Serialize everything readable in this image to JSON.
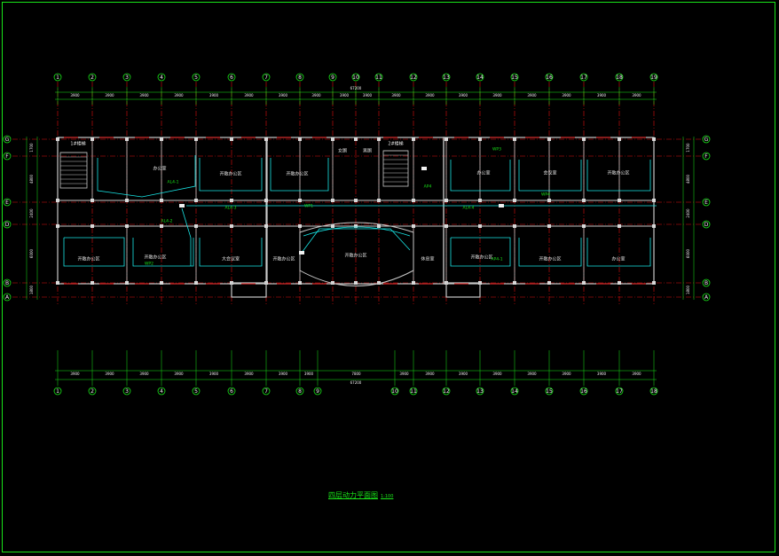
{
  "drawing": {
    "title": "四层动力平面图",
    "scale": "1:100",
    "colors": {
      "background": "#000000",
      "frame": "#19e619",
      "walls": "#c8c8c8",
      "axis": "#e01010",
      "cable": "#19e6e6",
      "bubbles": "#19e619",
      "text": "#f0f0f0"
    },
    "top_axis_labels": [
      "1",
      "2",
      "3",
      "4",
      "5",
      "6",
      "7",
      "8",
      "9",
      "10",
      "11",
      "12",
      "13",
      "14",
      "15",
      "16",
      "17",
      "18",
      "19"
    ],
    "bottom_axis_labels": [
      "1",
      "2",
      "3",
      "4",
      "5",
      "6",
      "7",
      "8",
      "9",
      "10",
      "11",
      "12",
      "13",
      "14",
      "15",
      "16",
      "17",
      "18",
      "19"
    ],
    "left_axis_labels": [
      "G",
      "F",
      "E",
      "D",
      "B",
      "A"
    ],
    "right_axis_labels": [
      "G",
      "F",
      "E",
      "D",
      "B",
      "A"
    ],
    "top_dimensions": [
      "3900",
      "3900",
      "3900",
      "3900",
      "3900",
      "3900",
      "3900",
      "3900",
      "3900",
      "3900",
      "3900",
      "3900",
      "3900",
      "3900",
      "3900",
      "3900",
      "3900",
      "3900"
    ],
    "top_total": "67200",
    "bottom_dimensions": [
      "3900",
      "3900",
      "3900",
      "3900",
      "3900",
      "3900",
      "3900",
      "3900",
      "7800",
      "3900",
      "3900",
      "3900",
      "3900",
      "3900",
      "3900",
      "3900",
      "3900"
    ],
    "bottom_total": "67200",
    "side_dimensions": [
      "1700",
      "4800",
      "2400",
      "6000",
      "1800"
    ],
    "rooms": [
      "1#楼梯",
      "办公室",
      "开敞办公区",
      "开敞办公区",
      "女厕",
      "男厕",
      "2#楼梯",
      "办公室",
      "会议室",
      "开敞办公区",
      "开敞办公区",
      "开敞办公区",
      "大会议室",
      "开敞办公区",
      "开敞办公区",
      "开敞办公区",
      "开敞办公区",
      "办公室",
      "休息室"
    ],
    "equipment_tags": [
      "AL4-1",
      "AL4-2",
      "AL4-3",
      "AL4-4",
      "WP1",
      "WP2",
      "WP3",
      "WP4",
      "AP4",
      "AP4-1"
    ]
  }
}
